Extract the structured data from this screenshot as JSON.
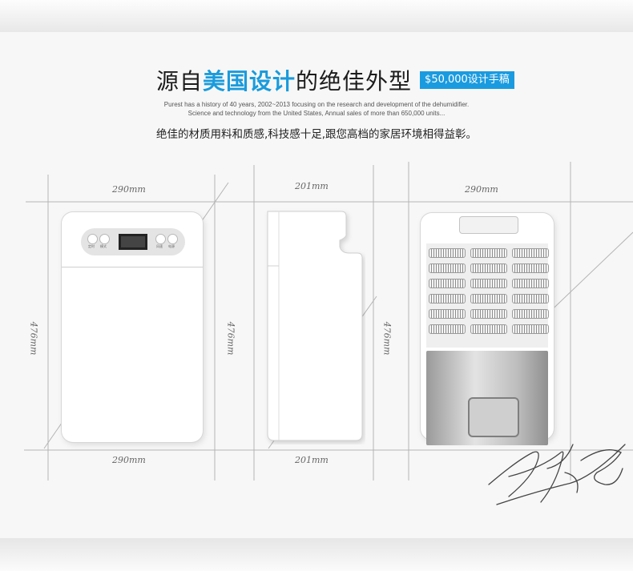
{
  "title": {
    "part1": "源自",
    "part2": "美国设计",
    "part3": "的绝佳外型",
    "badge": "$50,000设计手稿"
  },
  "subtitle_en": {
    "line1": "Purest has a history of 40 years, 2002~2013 focusing on the research and development of the dehumidifier.",
    "line2": "Science and technology from the United States, Annual sales of more than 650,000 units..."
  },
  "description": "绝佳的材质用料和质感,科技感十足,跟您高档的家居环境相得益彰。",
  "dimensions": {
    "front_width_top": "290mm",
    "side_depth_top": "201mm",
    "back_width_top": "290mm",
    "front_height": "476mm",
    "side_height": "476mm",
    "back_height": "476mm",
    "front_width_bottom": "290mm",
    "side_depth_bottom": "201mm"
  },
  "control_panel": {
    "left_buttons": [
      "定时",
      "模式"
    ],
    "right_buttons": [
      "风速",
      "电源"
    ]
  },
  "icons": {
    "front_view": "dehumidifier-front-icon",
    "side_view": "dehumidifier-side-icon",
    "back_view": "dehumidifier-back-icon",
    "signature": "signature-scribble"
  },
  "colors": {
    "accent": "#1a9bdc",
    "badge_bg": "#1a9be0",
    "text": "#1c1c1c"
  }
}
